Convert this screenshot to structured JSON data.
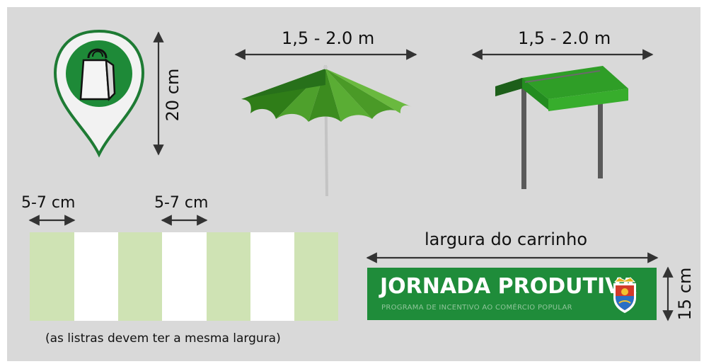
{
  "pin": {
    "height_label": "20 cm",
    "bag_icon": "shopping-bag-icon"
  },
  "umbrella": {
    "width_label": "1,5 - 2.0 m"
  },
  "awning": {
    "width_label": "1,5 - 2.0 m"
  },
  "stripes": {
    "stripe_label_1": "5-7 cm",
    "stripe_label_2": "5-7 cm",
    "note": "(as listras devem ter a mesma largura)",
    "colors": [
      "#cfe3b4",
      "#ffffff"
    ]
  },
  "banner": {
    "width_label": "largura do carrinho",
    "height_label": "15 cm",
    "title": "JORNADA PRODUTIVA",
    "subtitle": "PROGRAMA DE INCENTIVO AO COMÉRCIO POPULAR",
    "color": "#1f8c3a",
    "emblem_icon": "coat-of-arms-icon"
  }
}
